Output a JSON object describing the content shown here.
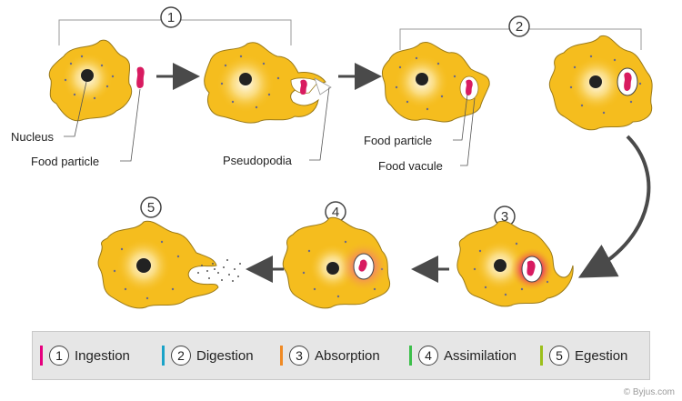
{
  "labels": {
    "nucleus": "Nucleus",
    "food_particle_1": "Food particle",
    "pseudopodia": "Pseudopodia",
    "food_particle_2": "Food particle",
    "food_vacuole": "Food vacule"
  },
  "step_numbers": [
    "1",
    "2",
    "3",
    "4",
    "5"
  ],
  "legend": {
    "items": [
      {
        "num": "1",
        "label": "Ingestion",
        "color": "#e6007e"
      },
      {
        "num": "2",
        "label": "Digestion",
        "color": "#1aa3c8"
      },
      {
        "num": "3",
        "label": "Absorption",
        "color": "#f08a24"
      },
      {
        "num": "4",
        "label": "Assimilation",
        "color": "#3cbf4a"
      },
      {
        "num": "5",
        "label": "Egestion",
        "color": "#9bbf1a"
      }
    ]
  },
  "credit": "© Byjus.com",
  "colors": {
    "cytoplasm": "#f5bd1e",
    "cytoplasm_outline": "#9a7a1a",
    "nucleus": "#222222",
    "food": "#d81b60",
    "arrow": "#4a4a4a"
  }
}
